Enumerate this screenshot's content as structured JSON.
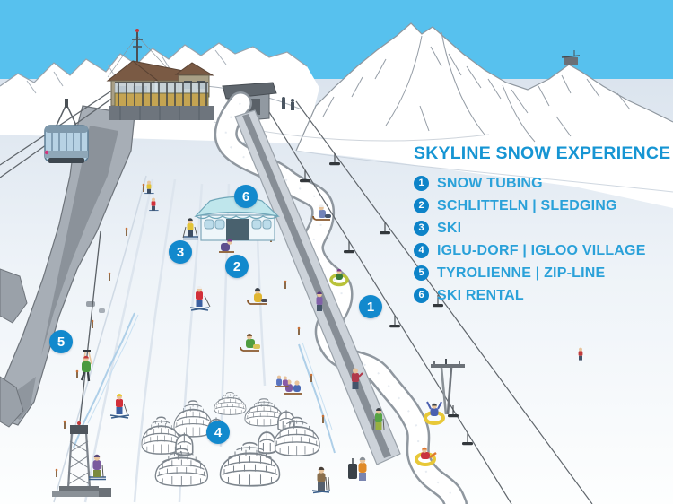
{
  "legend": {
    "title": "SKYLINE SNOW EXPERIENCE",
    "items": [
      {
        "num": "1",
        "label": "SNOW TUBING"
      },
      {
        "num": "2",
        "label": "SCHLITTELN | SLEDGING"
      },
      {
        "num": "3",
        "label": "SKI"
      },
      {
        "num": "4",
        "label": "IGLU-DORF | IGLOO VILLAGE"
      },
      {
        "num": "5",
        "label": "TYROLIENNE | ZIP-LINE"
      },
      {
        "num": "6",
        "label": "SKI RENTAL"
      }
    ]
  },
  "map": {
    "markers": [
      {
        "num": "1",
        "name": "snow-tubing"
      },
      {
        "num": "2",
        "name": "sledging"
      },
      {
        "num": "3",
        "name": "ski"
      },
      {
        "num": "4",
        "name": "igloo-village"
      },
      {
        "num": "5",
        "name": "zip-line"
      },
      {
        "num": "6",
        "name": "ski-rental"
      }
    ]
  },
  "colors": {
    "accent_blue": "#1695d3",
    "legend_text_blue": "#2aa1d9",
    "marker_blue": "#1289cd",
    "legend_circle_blue": "#0d83c8",
    "sky_blue": "#57c1ee"
  }
}
